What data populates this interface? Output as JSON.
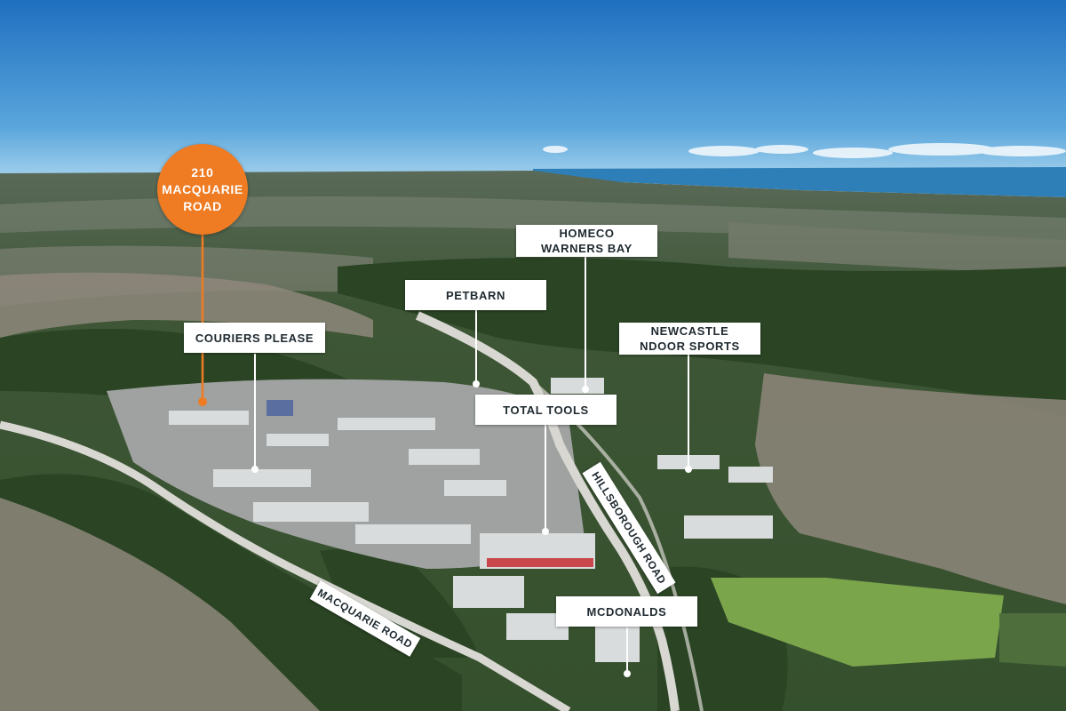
{
  "colors": {
    "sky_top": "#1f6fc0",
    "sky_horizon": "#9fd0ee",
    "ocean": "#2e7fb8",
    "forest": "#2f4a2a",
    "suburb": "#8a8478",
    "industrial": "#b9bcbf",
    "road": "#d6d6d2",
    "field": "#79a04a",
    "pin_orange": "#ef7b23",
    "label_bg": "#ffffff",
    "label_text": "#1f2a30",
    "leader_line": "#ffffff"
  },
  "site_pin": {
    "lines": [
      "210",
      "MACQUARIE",
      "ROAD"
    ],
    "color": "#ef7b23"
  },
  "poi_labels": [
    {
      "id": "homeco",
      "lines": [
        "HOMECO",
        "WARNERS BAY"
      ]
    },
    {
      "id": "petbarn",
      "lines": [
        "PETBARN"
      ]
    },
    {
      "id": "newcastle-indoor-sports",
      "lines": [
        "NEWCASTLE",
        "NDOOR SPORTS"
      ]
    },
    {
      "id": "couriers-please",
      "lines": [
        "COURIERS PLEASE"
      ]
    },
    {
      "id": "total-tools",
      "lines": [
        "TOTAL TOOLS"
      ]
    },
    {
      "id": "mcdonalds",
      "lines": [
        "MCDONALDS"
      ]
    }
  ],
  "road_labels": [
    {
      "id": "hillsborough-road",
      "text": "HILLSBOROUGH ROAD"
    },
    {
      "id": "macquarie-road",
      "text": "MACQUARIE ROAD"
    }
  ],
  "icons": [
    "location-pin-icon",
    "leader-dot-icon"
  ]
}
